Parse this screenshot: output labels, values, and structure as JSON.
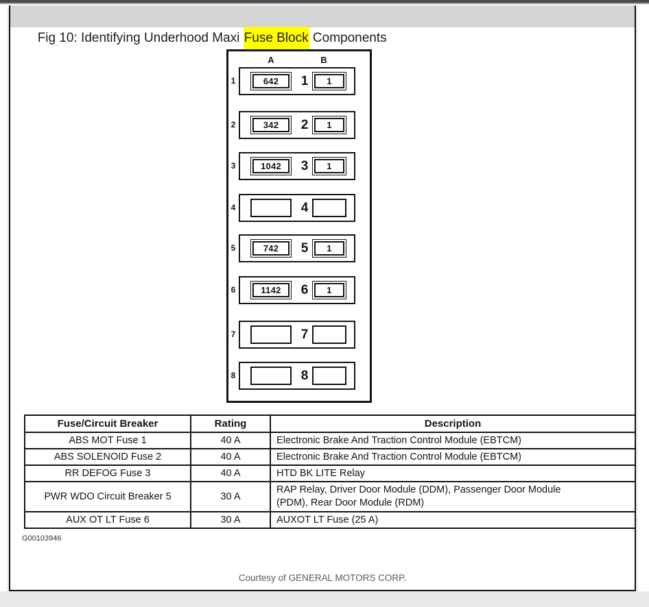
{
  "header": {
    "title_prefix": "Fig 10: Identifying Underhood Maxi ",
    "title_highlight": "Fuse Block",
    "title_suffix": " Components",
    "highlight_color": "#ffff00",
    "bar_color": "#d4d4d4"
  },
  "diagram": {
    "column_labels": {
      "a": "A",
      "b": "B"
    },
    "rows": [
      {
        "row": "1",
        "a_value": "642",
        "b_value": "1"
      },
      {
        "row": "2",
        "a_value": "342",
        "b_value": "1"
      },
      {
        "row": "3",
        "a_value": "1042",
        "b_value": "1"
      },
      {
        "row": "4",
        "a_value": "",
        "b_value": ""
      },
      {
        "row": "5",
        "a_value": "742",
        "b_value": "1"
      },
      {
        "row": "6",
        "a_value": "1142",
        "b_value": "1"
      },
      {
        "row": "7",
        "a_value": "",
        "b_value": ""
      },
      {
        "row": "8",
        "a_value": "",
        "b_value": ""
      }
    ]
  },
  "table": {
    "headers": [
      "Fuse/Circuit Breaker",
      "Rating",
      "Description"
    ],
    "rows": [
      [
        "ABS MOT Fuse 1",
        "40 A",
        "Electronic Brake And Traction Control Module (EBTCM)"
      ],
      [
        "ABS SOLENOID Fuse 2",
        "40 A",
        "Electronic Brake And Traction Control Module (EBTCM)"
      ],
      [
        "RR DEFOG Fuse 3",
        "40 A",
        "HTD BK LITE Relay"
      ],
      [
        "PWR WDO Circuit Breaker 5",
        "30 A",
        "RAP Relay, Driver Door Module (DDM), Passenger Door Module (PDM), Rear Door Module (RDM)"
      ],
      [
        "AUX OT LT Fuse 6",
        "30 A",
        "AUXOT LT Fuse (25 A)"
      ]
    ]
  },
  "figure_id": "G00103946",
  "footer": {
    "credit": "Courtesy of GENERAL MOTORS CORP."
  }
}
